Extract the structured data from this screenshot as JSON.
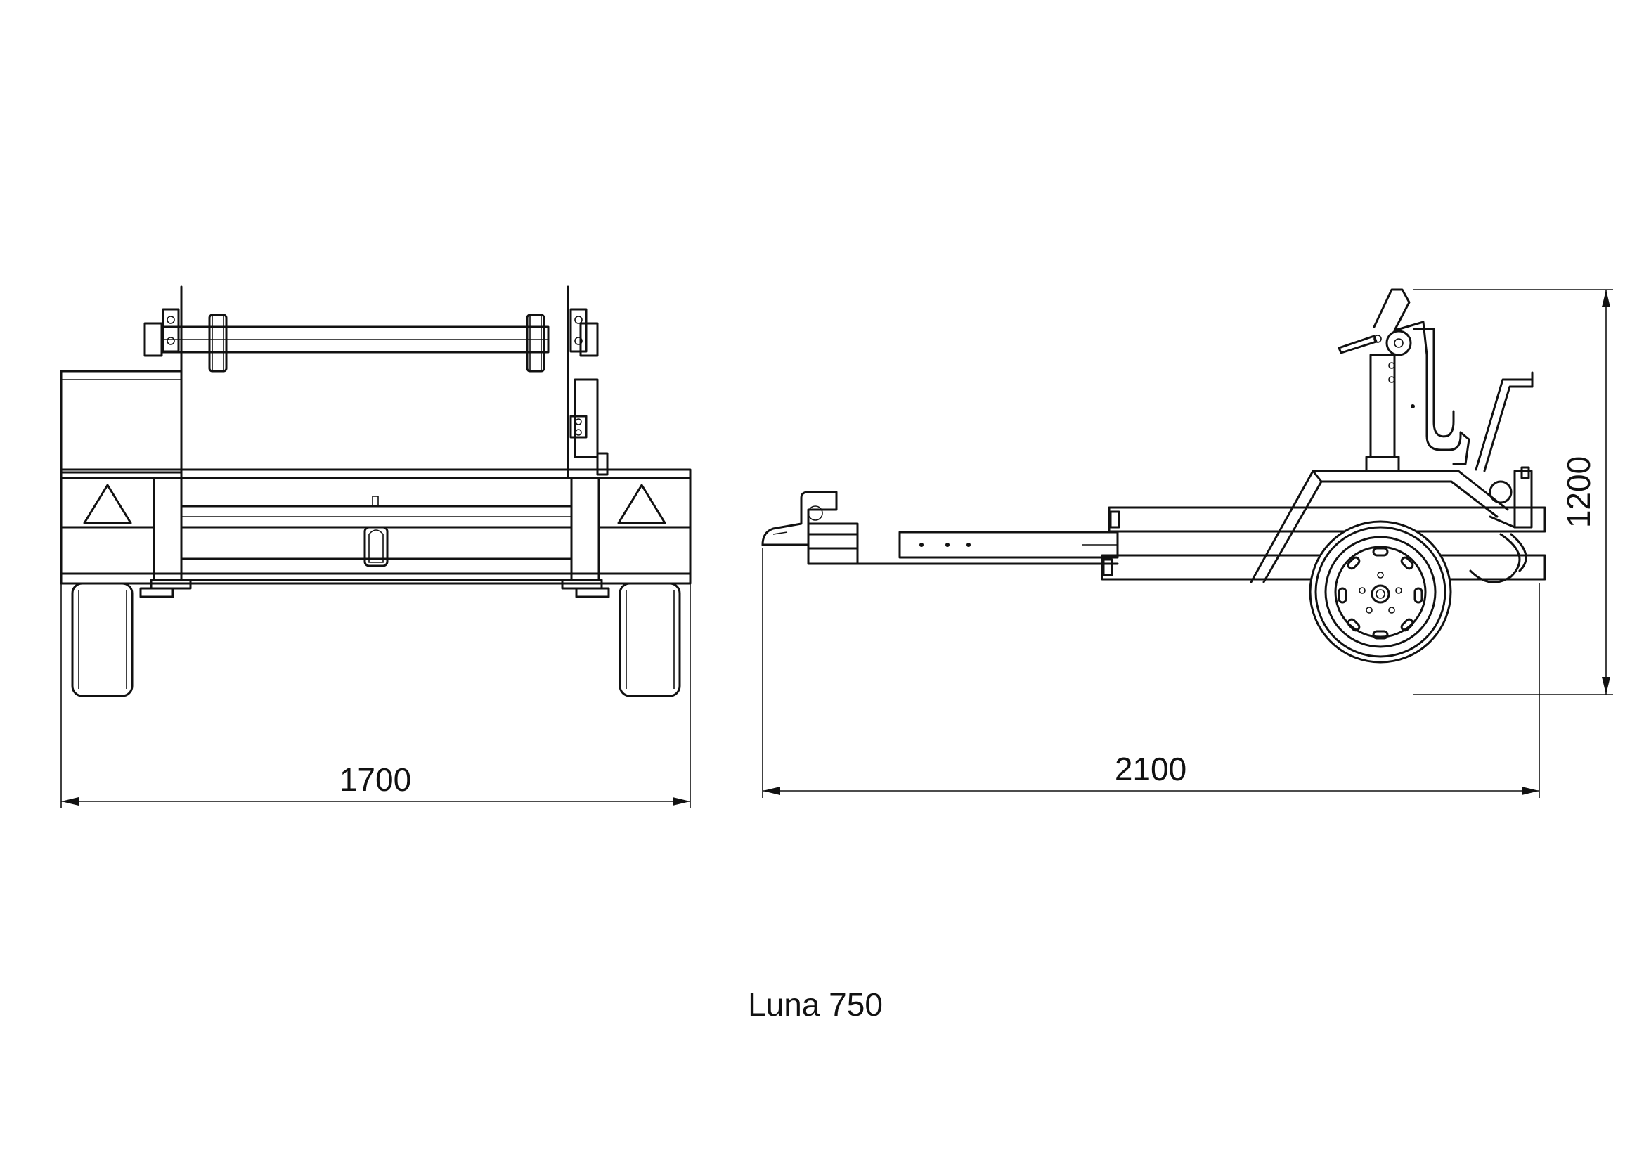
{
  "caption": "Luna 750",
  "dimensions": {
    "rear_width": "1700",
    "length": "2100",
    "height": "1200"
  },
  "colors": {
    "line": "#111111",
    "background": "#ffffff"
  }
}
